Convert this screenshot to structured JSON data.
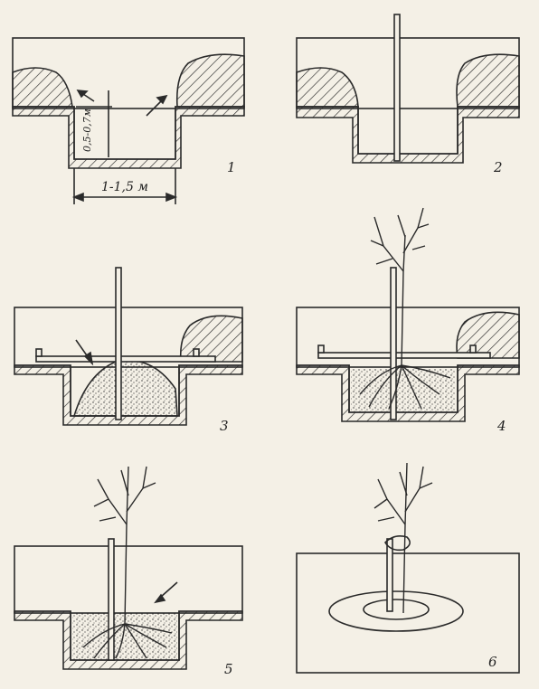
{
  "steps": [
    {
      "number": "1"
    },
    {
      "number": "2"
    },
    {
      "number": "3"
    },
    {
      "number": "4"
    },
    {
      "number": "5"
    },
    {
      "number": "6"
    }
  ],
  "dimensions": {
    "width": "1-1,5 м",
    "depth": "0,5-0,7м"
  },
  "colors": {
    "ink": "#2a2a2a",
    "paper": "#f4f0e6"
  }
}
